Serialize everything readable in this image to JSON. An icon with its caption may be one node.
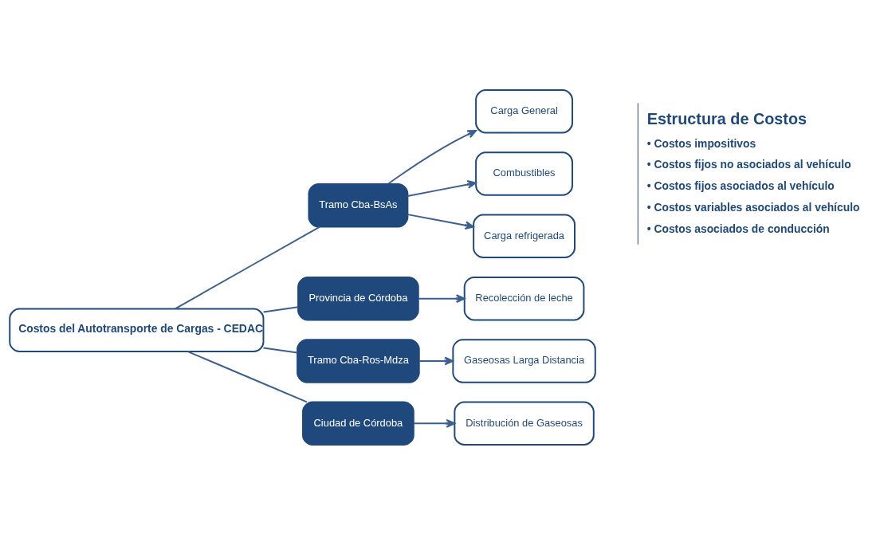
{
  "diagram": {
    "nodes": [
      {
        "text": [
          "Costos del Autotransporte de Cargas - CEDAC"
        ]
      },
      {
        "text": [
          "Tramo Cba-BsAs"
        ]
      },
      {
        "text": [
          "Carga General"
        ]
      },
      {
        "text": [
          "Combustibles"
        ]
      },
      {
        "text": [
          "Carga refrigerada"
        ]
      },
      {
        "text": [
          "Provincia de Córdoba"
        ]
      },
      {
        "text": [
          "Recolección de leche"
        ]
      },
      {
        "text": [
          "Tramo Cba-Ros-Mdza"
        ]
      },
      {
        "text": [
          "Gaseosas Larga Distancia"
        ]
      },
      {
        "text": [
          "Ciudad de Córdoba"
        ]
      },
      {
        "text": [
          "Distribución de Gaseosas"
        ]
      }
    ],
    "edges": [
      {
        "from": 0,
        "to": 1,
        "arrow": "none"
      },
      {
        "from": 0,
        "to": 5,
        "arrow": "none"
      },
      {
        "from": 0,
        "to": 7,
        "arrow": "none"
      },
      {
        "from": 0,
        "to": 9,
        "arrow": "none"
      },
      {
        "from": 1,
        "to": 2,
        "arrow": "to"
      },
      {
        "from": 1,
        "to": 3,
        "arrow": "to"
      },
      {
        "from": 1,
        "to": 4,
        "arrow": "to"
      },
      {
        "from": 5,
        "to": 6,
        "arrow": "to"
      },
      {
        "from": 7,
        "to": 8,
        "arrow": "to"
      },
      {
        "from": 9,
        "to": 10,
        "arrow": "to"
      }
    ],
    "labels": [
      "Estructura de Costos",
      "• Costos impositivos",
      "• Costos fijos no asociados al vehículo",
      "• Costos fijos asociados al vehículo",
      "• Costos variables asociados al vehículo",
      "• Costos asociados de conducción"
    ]
  }
}
